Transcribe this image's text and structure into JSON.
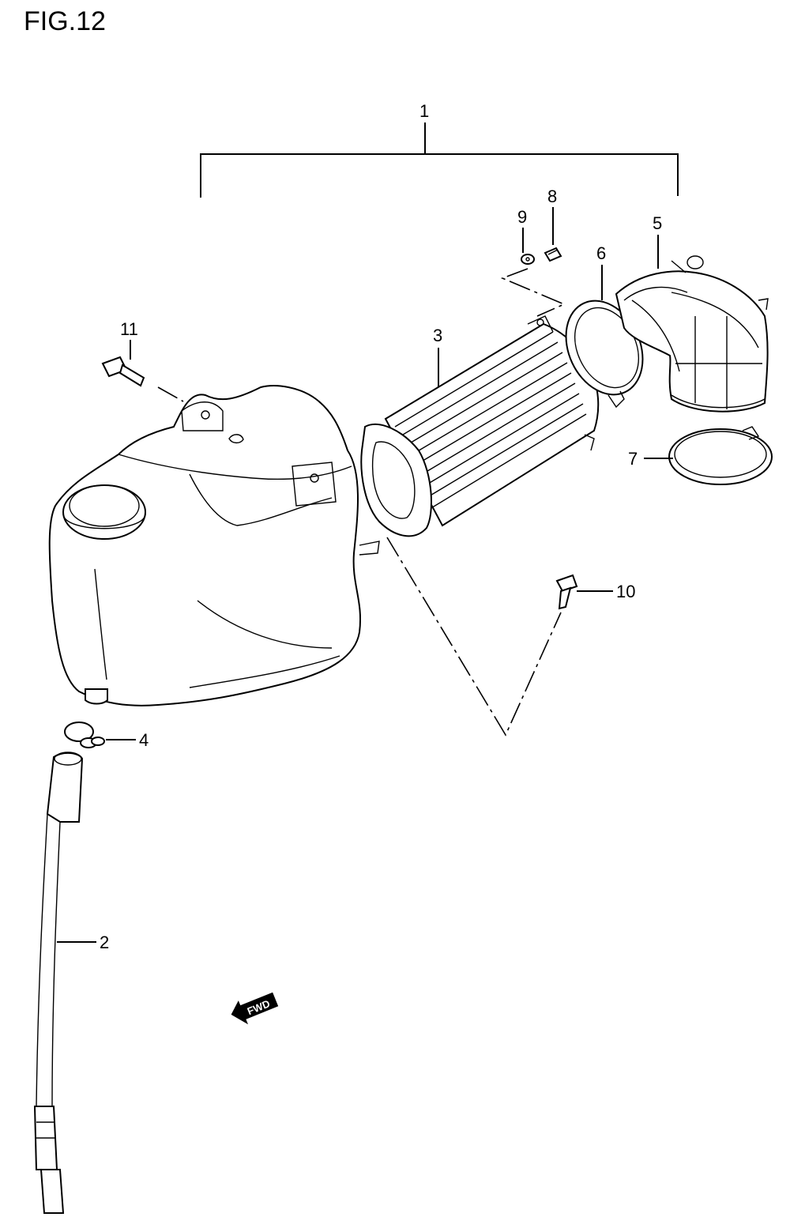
{
  "figure": {
    "title": "FIG.12"
  },
  "callouts": [
    "1",
    "2",
    "3",
    "4",
    "5",
    "6",
    "7",
    "8",
    "9",
    "10",
    "11"
  ],
  "fwd_label": "FWD"
}
